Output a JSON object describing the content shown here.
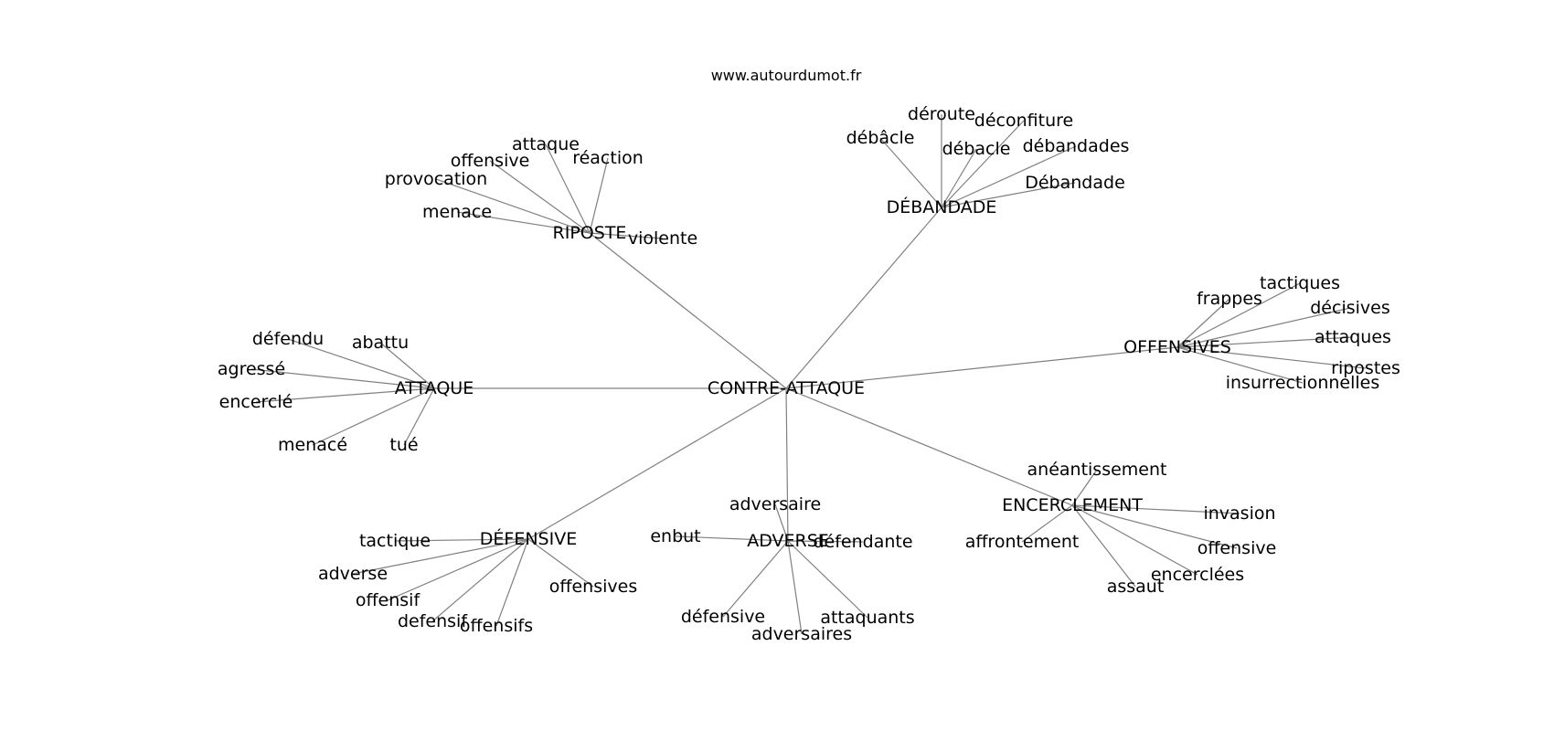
{
  "header": {
    "source": "www.autourdumot.fr"
  },
  "graph": {
    "center": "CONTRE-ATTAQUE",
    "hubs": [
      {
        "id": "riposte",
        "label": "RIPOSTE",
        "leaves": [
          "attaque",
          "réaction",
          "offensive",
          "provocation",
          "menace",
          "violente"
        ]
      },
      {
        "id": "debandade",
        "label": "DÉBANDADE",
        "leaves": [
          "déroute",
          "déconfiture",
          "débâcle",
          "débacle",
          "débandades",
          "Débandade"
        ]
      },
      {
        "id": "offensives",
        "label": "OFFENSIVES",
        "leaves": [
          "tactiques",
          "frappes",
          "décisives",
          "attaques",
          "ripostes",
          "insurrectionnelles"
        ]
      },
      {
        "id": "attaque",
        "label": "ATTAQUE",
        "leaves": [
          "défendu",
          "abattu",
          "agressé",
          "encerclé",
          "menacé",
          "tué"
        ]
      },
      {
        "id": "encerclement",
        "label": "ENCERCLEMENT",
        "leaves": [
          "anéantissement",
          "invasion",
          "affrontement",
          "offensive",
          "encerclées",
          "assaut"
        ]
      },
      {
        "id": "adverse",
        "label": "ADVERSE",
        "leaves": [
          "adversaire",
          "enbut",
          "défendante",
          "défensive",
          "attaquants",
          "adversaires"
        ]
      },
      {
        "id": "defensive",
        "label": "DÉFENSIVE",
        "leaves": [
          "tactique",
          "adverse",
          "offensif",
          "offensives",
          "defensif",
          "offensifs"
        ]
      }
    ]
  }
}
